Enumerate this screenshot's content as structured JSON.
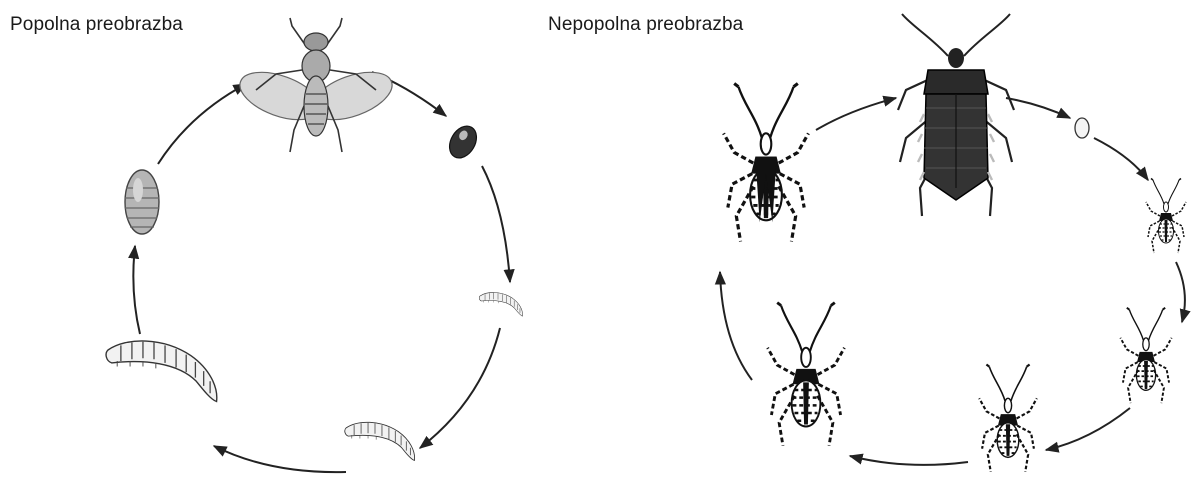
{
  "complete_metamorphosis": {
    "title": "Popolna preobrazba",
    "stages": [
      "fly-adult",
      "egg",
      "young-larva",
      "larva",
      "large-larva",
      "pupa"
    ]
  },
  "incomplete_metamorphosis": {
    "title": "Nepopolna preobrazba",
    "stages": [
      "bug-adult",
      "egg",
      "nymph-stage-1",
      "nymph-stage-2",
      "nymph-stage-3",
      "nymph-stage-4",
      "nymph-stage-5"
    ]
  }
}
